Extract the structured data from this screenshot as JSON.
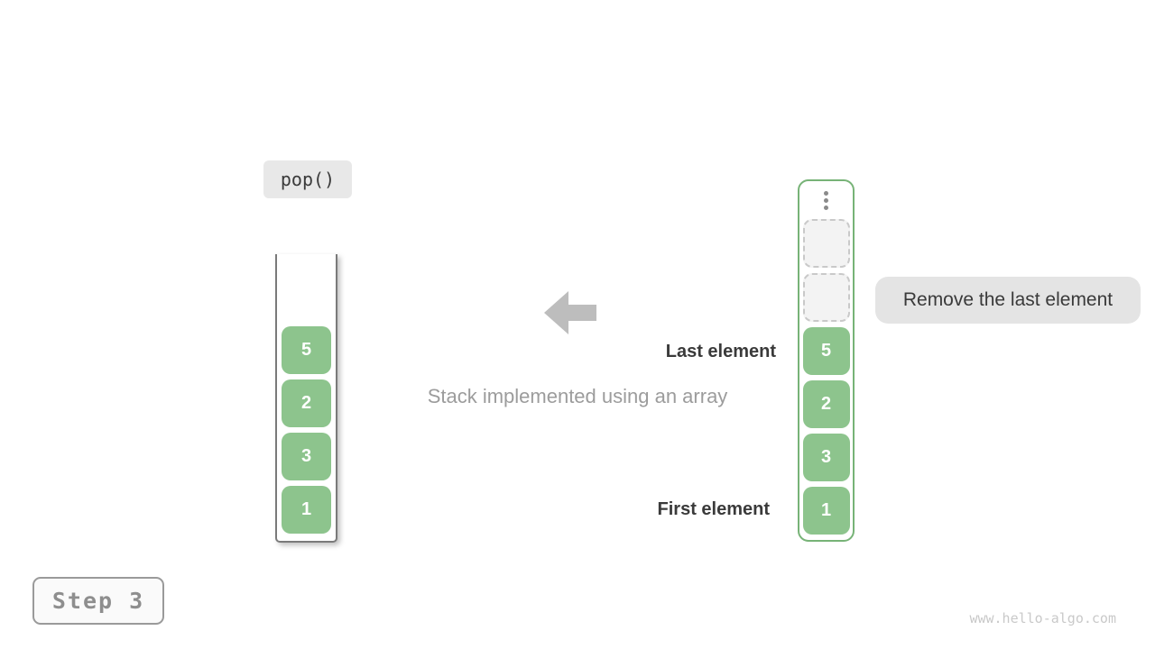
{
  "colors": {
    "green-fill": "#8dc48d",
    "green-border": "#77b377",
    "label-bg": "#e4e4e4",
    "muted-text": "#9c9c9c",
    "dark-text": "#3a3a3a",
    "arrow-gray": "#bdbdbd",
    "step-text": "#8e8e8e",
    "watermark-color": "#c9c9c9"
  },
  "operation": {
    "label": "pop()"
  },
  "caption": "Stack implemented using an array",
  "annotations": {
    "last_element": "Last element",
    "first_element": "First element",
    "action": "Remove the last element"
  },
  "left_stack": {
    "values": [
      "5",
      "2",
      "3",
      "1"
    ]
  },
  "right_stack": {
    "values": [
      "5",
      "2",
      "3",
      "1"
    ],
    "empty_slots": [
      "",
      ""
    ],
    "overflow_icon": "ellipsis-vertical"
  },
  "step": {
    "label": "Step 3"
  },
  "watermark": "www.hello-algo.com"
}
